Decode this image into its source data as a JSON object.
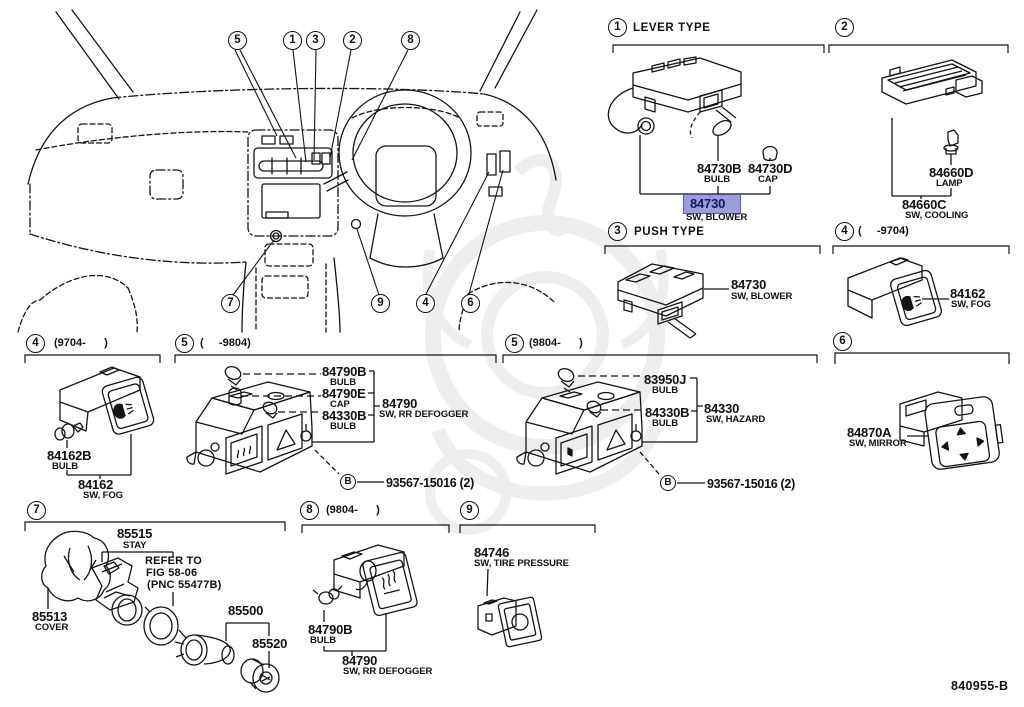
{
  "doc_number": "840955-B",
  "highlight": {
    "fill": "#8a8ed2",
    "border": "#3f44a6",
    "text": "#14146a"
  },
  "callouts": {
    "top": [
      "5",
      "1",
      "3",
      "2",
      "8"
    ],
    "bottom": [
      "7",
      "9",
      "4",
      "6"
    ]
  },
  "sections": {
    "s1": {
      "num": "1",
      "title": "LEVER TYPE",
      "bulb": {
        "no": "84730B",
        "sub": "BULB"
      },
      "cap": {
        "no": "84730D",
        "sub": "CAP"
      },
      "main": {
        "no": "84730",
        "sub": "SW, BLOWER"
      }
    },
    "s2": {
      "num": "2",
      "lamp": {
        "no": "84660D",
        "sub": "LAMP"
      },
      "main": {
        "no": "84660C",
        "sub": "SW, COOLING"
      }
    },
    "s3": {
      "num": "3",
      "title": "PUSH TYPE",
      "main": {
        "no": "84730",
        "sub": "SW, BLOWER"
      }
    },
    "s4a": {
      "num": "4",
      "title": "(     -9704)",
      "main": {
        "no": "84162",
        "sub": "SW, FOG"
      }
    },
    "s4b": {
      "num": "4",
      "title": "(9704-      )",
      "bulb": {
        "no": "84162B",
        "sub": "BULB"
      },
      "main": {
        "no": "84162",
        "sub": "SW, FOG"
      }
    },
    "s5a": {
      "num": "5",
      "title": "(     -9804)",
      "bulb1": {
        "no": "84790B",
        "sub": "BULB"
      },
      "cap": {
        "no": "84790E",
        "sub": "CAP"
      },
      "bulb2": {
        "no": "84330B",
        "sub": "BULB"
      },
      "main": {
        "no": "84790",
        "sub": "SW, RR DEFOGGER"
      },
      "screw": {
        "marker": "B",
        "no": "93567-15016 (2)"
      }
    },
    "s5b": {
      "num": "5",
      "title": "(9804-      )",
      "bulb1": {
        "no": "83950J",
        "sub": "BULB"
      },
      "bulb2": {
        "no": "84330B",
        "sub": "BULB"
      },
      "main": {
        "no": "84330",
        "sub": "SW, HAZARD"
      },
      "screw": {
        "marker": "B",
        "no": "93567-15016 (2)"
      }
    },
    "s6": {
      "num": "6",
      "main": {
        "no": "84870A",
        "sub": "SW, MIRROR"
      }
    },
    "s7": {
      "num": "7",
      "stay": {
        "no": "85515",
        "sub": "STAY"
      },
      "note": [
        "REFER TO",
        "FIG 58-06",
        "(PNC 55477B)"
      ],
      "cover": {
        "no": "85513",
        "sub": "COVER"
      },
      "socket": {
        "no": "85500"
      },
      "knob": {
        "no": "85520"
      }
    },
    "s8": {
      "num": "8",
      "title": "(9804-      )",
      "bulb": {
        "no": "84790B",
        "sub": "BULB"
      },
      "main": {
        "no": "84790",
        "sub": "SW, RR DEFOGGER"
      }
    },
    "s9": {
      "num": "9",
      "main": {
        "no": "84746",
        "sub": "SW, TIRE PRESSURE"
      }
    }
  }
}
